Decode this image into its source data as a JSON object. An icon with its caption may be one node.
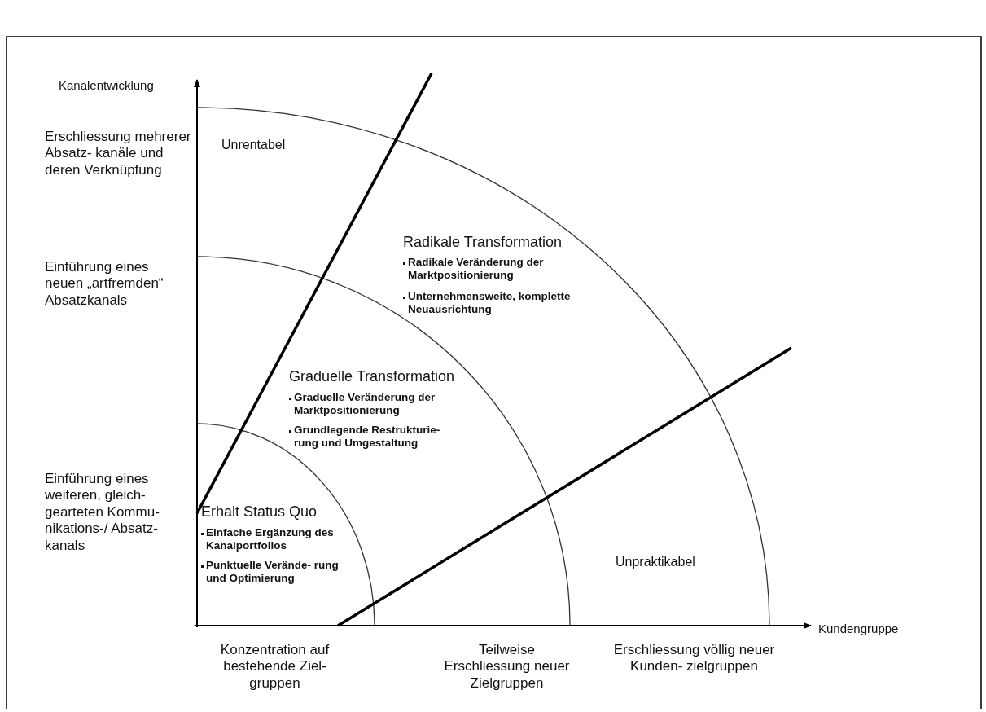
{
  "diagram": {
    "labels": [
      "Kanalentwicklung",
      "Erschliessung mehrerer Absatz- kanäle und deren Verknüpfung",
      "Unrentabel",
      "Radikale Transformation",
      "Radikale Veränderung der Marktpositionierung",
      "Unternehmensweite, komplette Neuausrichtung",
      "Einführung eines neuen „artfremden“ Absatzkanals",
      "Graduelle Transformation",
      "Graduelle Veränderung der Marktpositionierung",
      "Grundlegende Restrukturie- rung und Umgestaltung",
      "Einführung eines weiteren, gleich- gearteten Kommu- nikations-/ Absatz- kanals",
      "Erhalt Status Quo",
      "Einfache Ergänzung des Kanalportfolios",
      "Punktuelle Verände- rung und Optimierung",
      "Unpraktikabel",
      "Kundengruppe",
      "Konzentration auf bestehende Ziel- gruppen",
      "Teilweise Erschliessung neuer Zielgruppen",
      "Erschliessung völlig neuer Kunden- zielgruppen"
    ]
  }
}
